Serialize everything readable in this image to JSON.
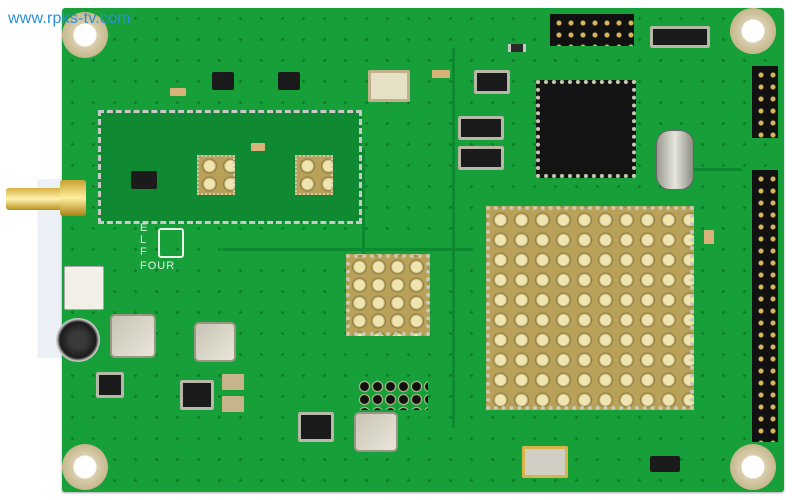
{
  "image": {
    "subject": "Green PCB module with FPGA-style heatsink, RF shield, SMA connector and pin headers",
    "watermark_text": "www.rpks-tv.com",
    "silkscreen": {
      "logo_letters": [
        "E",
        "L",
        "F"
      ],
      "logo_caption": "FOUR"
    },
    "colors": {
      "board": "#17a03a",
      "watermark": "#2a8fd8",
      "heatsink": "#b9a15a",
      "connector_gold": "#d8b040"
    }
  }
}
